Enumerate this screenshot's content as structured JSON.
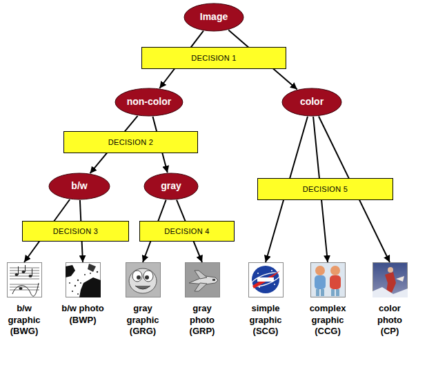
{
  "diagram": {
    "nodes": [
      {
        "text": [
          "Image"
        ]
      },
      {
        "text": [
          "DECISION 1"
        ]
      },
      {
        "text": [
          "non-color"
        ]
      },
      {
        "text": [
          "color"
        ]
      },
      {
        "text": [
          "DECISION 2"
        ]
      },
      {
        "text": [
          "b/w"
        ]
      },
      {
        "text": [
          "gray"
        ]
      },
      {
        "text": [
          "DECISION 5"
        ]
      },
      {
        "text": [
          "DECISION 3"
        ]
      },
      {
        "text": [
          "DECISION 4"
        ]
      },
      {
        "text": [
          "b/w graphic (BWG)"
        ]
      },
      {
        "text": [
          "b/w photo (BWP)"
        ]
      },
      {
        "text": [
          "gray graphic (GRG)"
        ]
      },
      {
        "text": [
          "gray photo (GRP)"
        ]
      },
      {
        "text": [
          "simple graphic (SCG)"
        ]
      },
      {
        "text": [
          "complex graphic (CCG)"
        ]
      },
      {
        "text": [
          "color photo (CP)"
        ]
      }
    ],
    "edges": [
      {
        "from": 0,
        "to": 2,
        "arrow": "to"
      },
      {
        "from": 0,
        "to": 3,
        "arrow": "to"
      },
      {
        "from": 2,
        "to": 5,
        "arrow": "to"
      },
      {
        "from": 2,
        "to": 6,
        "arrow": "to"
      },
      {
        "from": 5,
        "to": 10,
        "arrow": "to"
      },
      {
        "from": 5,
        "to": 11,
        "arrow": "to"
      },
      {
        "from": 6,
        "to": 12,
        "arrow": "to"
      },
      {
        "from": 6,
        "to": 13,
        "arrow": "to"
      },
      {
        "from": 3,
        "to": 14,
        "arrow": "to"
      },
      {
        "from": 3,
        "to": 15,
        "arrow": "to"
      },
      {
        "from": 3,
        "to": 16,
        "arrow": "to"
      }
    ]
  }
}
